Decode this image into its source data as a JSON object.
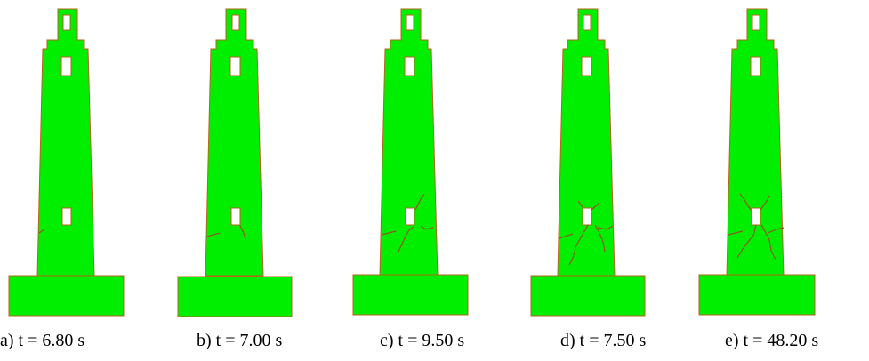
{
  "colors": {
    "fill": "#00ee00",
    "outline": "#b5651d",
    "crack": "#8a5a1e",
    "window": "#ffffff",
    "background": "#ffffff"
  },
  "panels": [
    {
      "label": "a)  t = 6.80 s"
    },
    {
      "label": "b) t = 7.00 s"
    },
    {
      "label": "c) t = 9.50 s"
    },
    {
      "label": "d) t = 7.50 s"
    },
    {
      "label": "e) t = 48.20 s"
    }
  ]
}
